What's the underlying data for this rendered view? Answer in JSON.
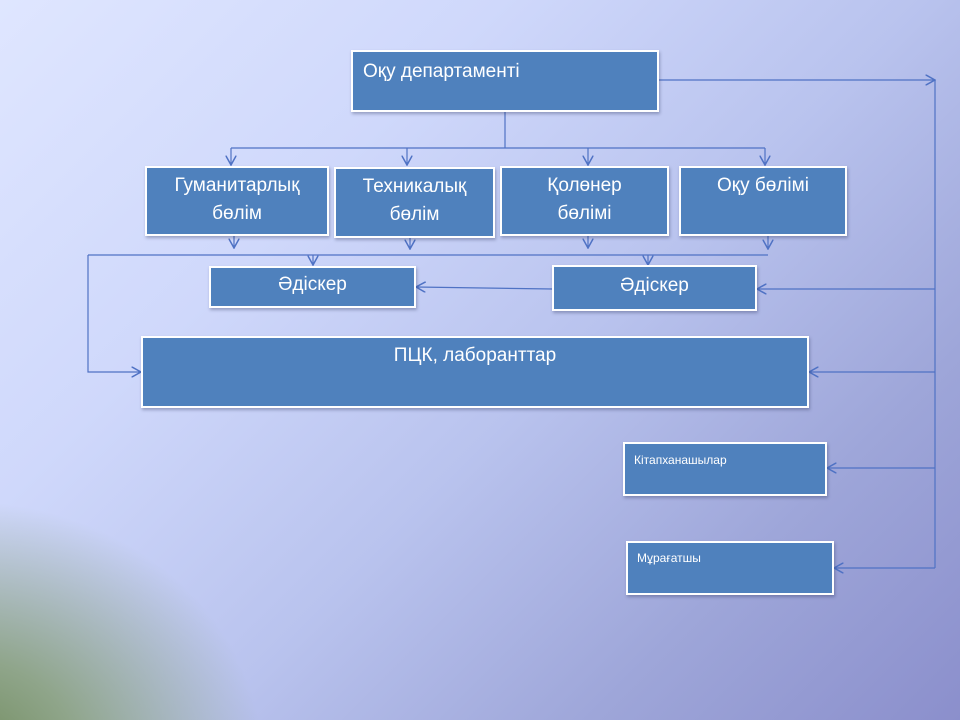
{
  "nodes": {
    "root": "Оқу департаменті",
    "humanities": "Гуманитарлық бөлім",
    "technical": "Техникалық бөлім",
    "crafts": "Қолөнер бөлімі",
    "study": "Оқу бөлімі",
    "methodist_left": "Әдіскер",
    "methodist_right": "Әдіскер",
    "pck": "ПЦК, лаборанттар",
    "librarians": "Кітапханашылар",
    "archivist": "Мұрағатшы"
  },
  "colors": {
    "box_fill": "#4f81bd",
    "box_border": "#ffffff",
    "connector": "#4f72c4"
  }
}
